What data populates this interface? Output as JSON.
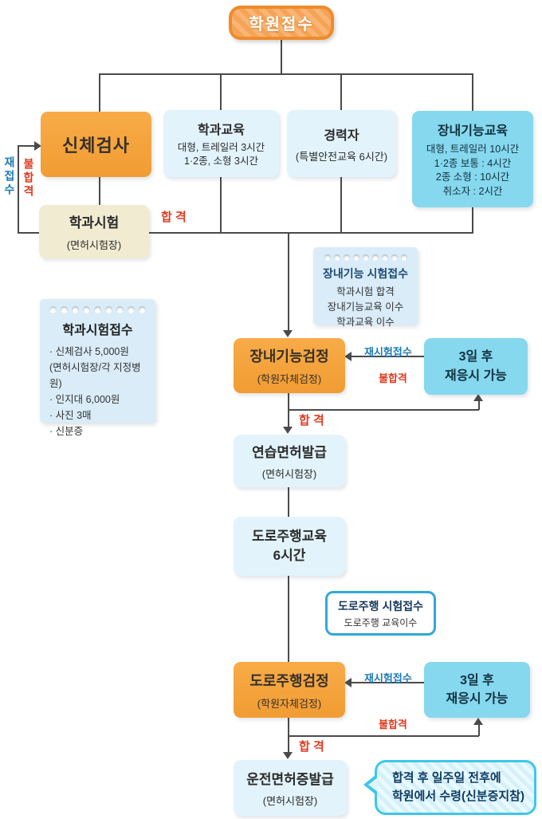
{
  "title": "학원접수",
  "boxes": {
    "body_check": {
      "title": "신체검사"
    },
    "subject_edu": {
      "title": "학과교육",
      "lines": [
        "대형, 트레일러 3시간",
        "1·2종, 소형 3시간"
      ]
    },
    "experienced": {
      "title": "경력자",
      "lines": [
        "(특별안전교육 6시간)"
      ]
    },
    "course_skill_edu": {
      "title": "장내기능교육",
      "lines": [
        "대형, 트레일러 10시간",
        "1·2종 보통 : 4시간",
        "2종 소형 : 10시간",
        "취소자 : 2시간"
      ]
    },
    "subject_exam": {
      "title": "학과시험",
      "sub": "(면허시험장)"
    },
    "course_skill_test": {
      "title": "장내기능검정",
      "sub": "(학원자체검정)"
    },
    "retry_after_3days": {
      "lines": [
        "3일 후",
        "재응시 가능"
      ]
    },
    "practice_license": {
      "title": "연습면허발급",
      "sub": "(면허시험장)"
    },
    "road_driving_edu": {
      "lines": [
        "도로주행교육",
        "6시간"
      ]
    },
    "road_driving_test": {
      "title": "도로주행검정",
      "sub": "(학원자체검정)"
    },
    "license_issue": {
      "title": "운전면허증발급",
      "sub": "(면허시험장)"
    }
  },
  "notes": {
    "subject_exam_note": {
      "title": "학과시험접수",
      "lines": [
        "· 신체검사 5,000원",
        "(면허시험장/각 지정병원)",
        "· 인지대 6,000원",
        "· 사진 3매",
        "· 신분증"
      ]
    },
    "course_skill_note": {
      "title": "장내기능 시험접수",
      "lines": [
        "학과시험 합격",
        "장내기능교육 이수",
        "학과교육 이수"
      ]
    },
    "road_note": {
      "title": "도로주행 시험접수",
      "lines": [
        "도로주행 교육이수"
      ]
    },
    "pickup_bubble": {
      "lines": [
        "합격 후 일주일 전후에",
        "학원에서 수령(신분증지참)"
      ]
    }
  },
  "labels": {
    "pass": "합 격",
    "fail": "불합격",
    "re_register": "재접수",
    "retest_register": "재시험접수"
  },
  "colors": {
    "orange": "#f2a03a",
    "cyan": "#85d8ee",
    "light_blue": "#e2f3fb",
    "beige": "#f1ebd2",
    "note_blue": "#d9ecf8",
    "line": "#4a4a4a",
    "pass_red": "#e03a20",
    "register_blue": "#1b7ab7",
    "bubble_border": "#3fc6ea"
  }
}
